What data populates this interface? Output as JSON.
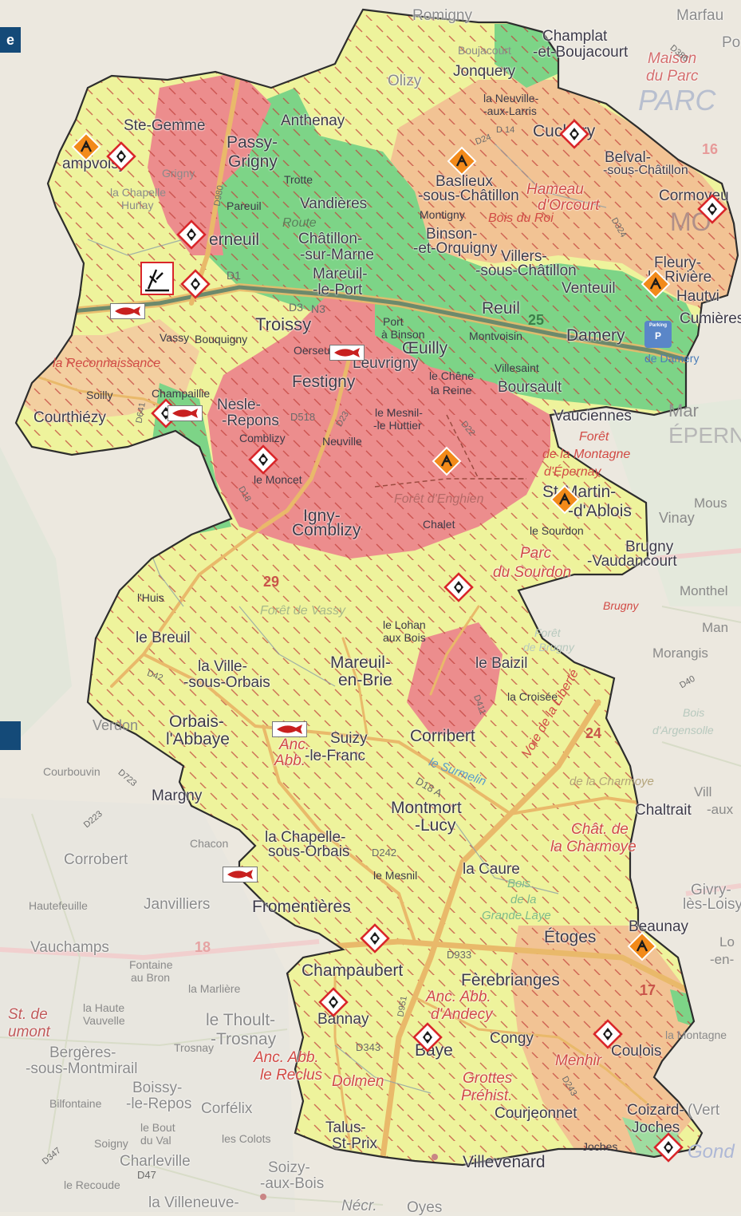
{
  "page": {
    "tab_top": "e",
    "tab_mid": ""
  },
  "colors": {
    "green": "#7dd487",
    "pink": "#ec8d8d",
    "peach": "#f2c394",
    "yellow": "#eef39c",
    "road": "#e9b96a",
    "hazard_orange": "#f28a1a",
    "hazard_red": "#d9262a",
    "fish_red": "#c8201f"
  },
  "labels": {
    "romigny": "Romigny",
    "marfaux": "Marfau",
    "champlat": "Champlat",
    "et_boujacourt": "-et-Boujacourt",
    "boujacourt": "Boujacourt",
    "olizy": "Olizy",
    "jonquery": "Jonquery",
    "maison_du_parc_1": "Maison",
    "maison_du_parc_2": "du Parc",
    "parc": "PARC",
    "la_neuville_1": "la Neuville-",
    "la_neuville_2": "-aux-Larris",
    "cuchery": "Cuchery",
    "ste_gemme": "Ste-Gemme",
    "anthenay": "Anthenay",
    "passy_grigny_1": "Passy-",
    "passy_grigny_2": "Grigny",
    "vandieres": "Vandières",
    "champvoisy": "ampvoisy",
    "grigny": "Grigny",
    "trotte": "Trotte",
    "baslieux_1": "Baslieux",
    "baslieux_2": "-sous-Châtillon",
    "hameau_1": "Hameau",
    "hameau_2": "d'Orcourt",
    "belval_1": "Belval-",
    "belval_2": "-sous-Châtillon",
    "cormoyeux": "Cormoyeu",
    "la_chapelle_hurlay_1": "la Chapelle",
    "la_chapelle_hurlay_2": "Hurlay",
    "pareuil": "Pareuil",
    "route": "Route",
    "montigny": "Montigny",
    "binson_1": "Binson-",
    "binson_2": "-et-Orquigny",
    "bois_du_roi": "Bois du Roi",
    "mo": "MO",
    "verneuil": "erneuil",
    "chatillon_1": "Châtillon-",
    "chatillon_2": "-sur-Marne",
    "villers_1": "Villers-",
    "villers_2": "-sous-Châtillon",
    "fleury_1": "Fleury-",
    "fleury_2": "la-Rivière",
    "reuil": "Reuil",
    "venteuil": "Venteuil",
    "hautvillers": "Hautvi",
    "mareuil_port_1": "Mareuil-",
    "mareuil_port_2": "-le-Port",
    "troissy": "Troissy",
    "port_binson_1": "Port",
    "port_binson_2": "à Binson",
    "damery": "Damery",
    "cumieres": "Cumières",
    "vassy": "Vassy",
    "bouquigny": "Bouquigny",
    "courthiezy": "Courthiézy",
    "soilly": "Soilly",
    "oeuilly": "Œuilly",
    "montvoisin": "Montvoisin",
    "villesaint": "Villesaint",
    "boursault": "Boursault",
    "la_reconnaissance": "la Reconnaissance",
    "champaillie": "Champaillie",
    "festigny": "Festigny",
    "leuvrigny": "Leuvrigny",
    "le_chene_1": "le Chêne",
    "le_chene_2": "la Reine",
    "nesle_1": "Nesle-",
    "nesle_2": "-Repons",
    "le_mesnil_1": "le Mesnil-",
    "le_mesnil_2": "-le Huttier",
    "vauciennes": "Vauciennes",
    "neuville": "Neuville",
    "comblizy_small": "Comblizy",
    "le_moncet": "le Moncet",
    "foret_montagne_1": "Forêt",
    "foret_montagne_2": "de la Montagne",
    "foret_montagne_3": "d'Épernay",
    "epernay": "ÉPERN",
    "st_martin_1": "St-Martin-",
    "st_martin_2": "-d'Ablois",
    "foret_enghien": "Forêt d'Enghien",
    "chalet": "Chalet",
    "igny_1": "Igny-",
    "igny_2": "Comblizy",
    "le_sourdon": "le Sourdon",
    "parc_sourdon_1": "Parc",
    "parc_sourdon_2": "du Sourdon",
    "brugny_1": "Brugny",
    "brugny_2": "-Vaudancourt",
    "monthelon": "Monthel",
    "lhuis": "l'Huis",
    "foret_vassy": "Forêt de Vassy",
    "le_lohan_1": "le Lohan",
    "le_lohan_2": "aux Bois",
    "brugny_forest": "Brugny",
    "foret_brugny_1": "Forêt",
    "foret_brugny_2": "de Brugny",
    "le_breuil": "le Breuil",
    "morangis": "Morangis",
    "mancy": "Man",
    "la_ville_1": "la Ville-",
    "la_ville_2": "-sous-Orbais",
    "mareuil_brie_1": "Mareuil-",
    "mareuil_brie_2": "en-Brie",
    "le_baizil": "le Baizil",
    "verdon": "Verdon",
    "la_croisee": "la Croisée",
    "orbais_1": "Orbais-",
    "orbais_2": "l'Abbaye",
    "anc_abb_1": "Anc.",
    "anc_abb_2": "Abb.",
    "suizy_1": "Suizy",
    "suizy_2": "-le-Franc",
    "corribert": "Corribert",
    "bois_argensolle_1": "Bois",
    "bois_argensolle_2": "d'Argensolle",
    "courbouvin": "Courbouvin",
    "margny": "Margny",
    "le_surmelin": "le Surmelin",
    "voie_liberte": "Voie de la Liberté",
    "chat_charmoye": "de la Charmoye",
    "montmort_1": "Montmort",
    "montmort_2": "-Lucy",
    "chaltrait": "Chaltrait",
    "villeaux": "Vill",
    "villeaux_2": "-aux",
    "corrobert": "Corrobert",
    "chacon": "Chacon",
    "la_chapelle_orbais_1": "la Chapelle-",
    "la_chapelle_orbais_2": "sous-Orbais",
    "chat_de_1": "Chât. de",
    "chat_de_2": "la Charmoye",
    "la_caure": "la Caure",
    "le_mesnil_small": "le Mesnil",
    "givry_1": "Givry-",
    "givry_2": "lès-Loisy",
    "hautefeuille": "Hautefeuille",
    "janvilliers": "Janvilliers",
    "fromentieres": "Fromentières",
    "bois_laye_1": "Bois",
    "bois_laye_2": "de la",
    "bois_laye_3": "Grande Laye",
    "etoges": "Étoges",
    "beaunay": "Beaunay",
    "loisy_1": "Lo",
    "loisy_2": "-en-",
    "vauchamps": "Vauchamps",
    "fontaine_1": "Fontaine",
    "fontaine_2": "au Bron",
    "champaubert": "Champaubert",
    "ferebrianges": "Fèrebrianges",
    "la_haute_1": "la Haute",
    "la_haute_2": "Vauvelle",
    "la_marliere": "la Marlière",
    "le_thoult_1": "le Thoult-",
    "le_thoult_2": "-Trosnay",
    "bannay": "Bannay",
    "anc_abb_andecy_1": "Anc. Abb.",
    "anc_abb_andecy_2": "d'Andecy",
    "congy": "Congy",
    "coulois": "Coulois",
    "la_montagne": "la Montagne",
    "baye": "Baye",
    "menhir": "Menhir",
    "bergeres_1": "Bergères-",
    "bergeres_2": "-sous-Montmirail",
    "trosnay": "Trosnay",
    "anc_abb_reclus_1": "Anc. Abb.",
    "anc_abb_reclus_2": "le Reclus",
    "dolmen": "Dolmen",
    "grottes_1": "Grottes",
    "grottes_2": "Préhist.",
    "boissy_1": "Boissy-",
    "boissy_2": "-le-Repos",
    "corfelix": "Corfélix",
    "courjeonnet": "Courjeonnet",
    "coizard": "Coizard-",
    "joches": "Joches",
    "vert": "(Vert",
    "bilfontaine": "Bilfontaine",
    "talus_1": "Talus-",
    "talus_2": "St-Prix",
    "le_bout_1": "le Bout",
    "le_bout_2": "du Val",
    "les_colots": "les Colots",
    "villevenard": "Villevenard",
    "joches_small": "Joches",
    "charleville": "Charleville",
    "soizy_1": "Soizy-",
    "soizy_2": "-aux-Bois",
    "le_recoude": "le Recoude",
    "la_villeneuve": "la Villeneuve-",
    "oyes": "Oyes",
    "necr": "Nécr.",
    "soigny": "Soigny",
    "gond": "Gond",
    "st_de": "St. de",
    "umont": "umont",
    "marais": "Mar",
    "mous": "Mous",
    "vinay": "Vinay",
    "parking_1": "Parking",
    "parking_2": "P",
    "de_damery": "de Damery",
    "po": "Po"
  },
  "numbers": {
    "n29": "29",
    "n25": "25",
    "n24": "24",
    "n17": "17",
    "n18": "18",
    "n16": "16"
  },
  "roads": {
    "d24": "D24",
    "d14": "D 14",
    "d980": "D980",
    "d1": "D1",
    "d3": "D3",
    "n3": "N3",
    "d518": "D518",
    "d23": "D23",
    "d18": "D18",
    "d42": "D42",
    "d933": "D933",
    "d951": "D951",
    "d343": "D343",
    "d243": "D243",
    "d18a": "D18 A",
    "d242": "D242",
    "d411": "D411",
    "d22": "D22",
    "d386": "D386",
    "d324": "D324",
    "d641": "D641",
    "d723": "D723",
    "d223": "D223",
    "d40": "D40",
    "d347": "D347",
    "d47": "D47"
  },
  "icons": [
    "hazard-orange-icon",
    "hazard-red-icon",
    "fish-icon",
    "pollution-tree-icon",
    "parking-icon"
  ]
}
